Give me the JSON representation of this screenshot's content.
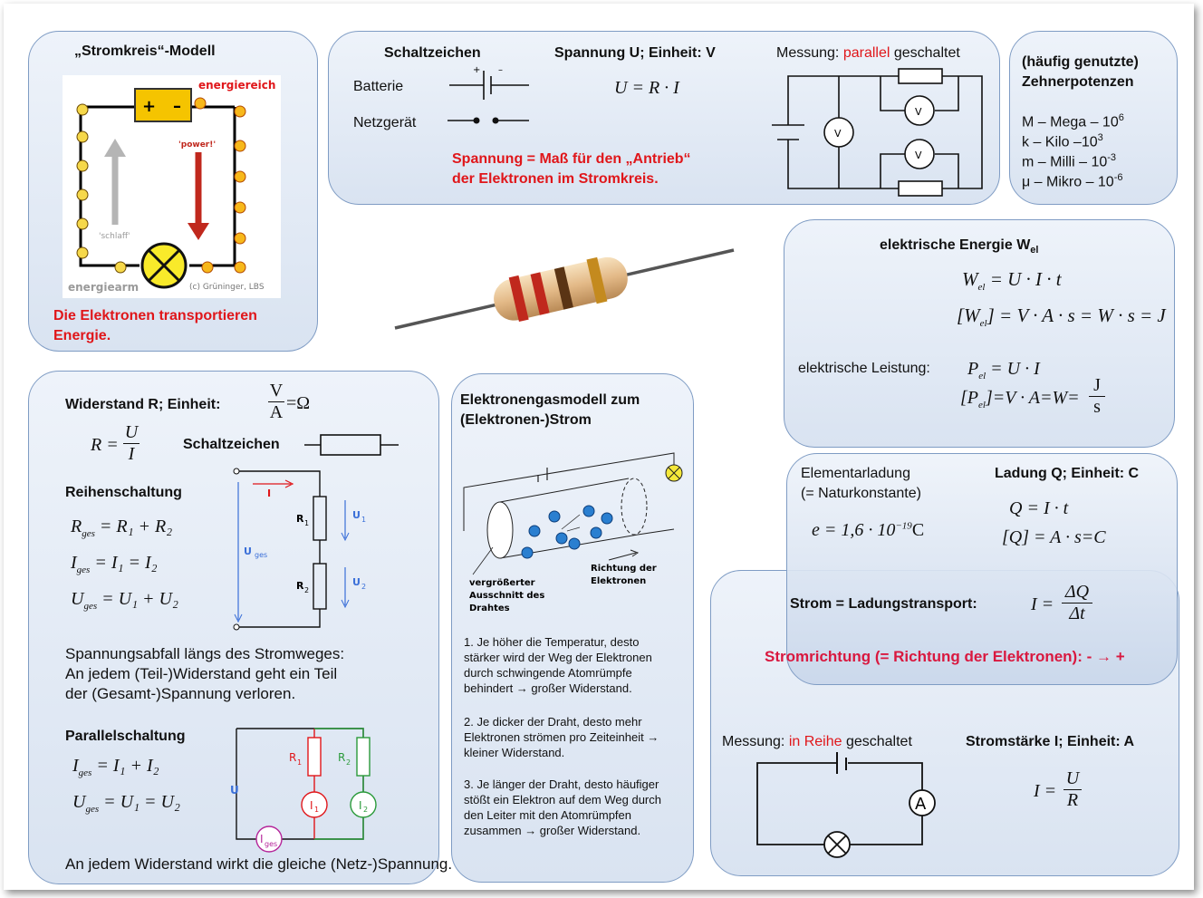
{
  "stromkreis": {
    "title": "„Stromkreis“-Modell",
    "energiereich": "energiereich",
    "power": "'power!'",
    "schlaff": "'schlaff'",
    "energiearm": "energiearm",
    "copyright": "(c) Grüninger, LBS",
    "note_line1": "Die Elektronen transportieren",
    "note_line2": "Energie."
  },
  "schaltzeichen": {
    "title": "Schaltzeichen",
    "batterie": "Batterie",
    "netzgeraet": "Netzgerät",
    "spannung_title": "Spannung U; Einheit: V",
    "formula": "U = R · I",
    "messung_prefix": "Messung: ",
    "messung_red": "parallel",
    "messung_suffix": " geschaltet",
    "note_line1": "Spannung = Maß für den „Antrieb“",
    "note_line2": "der Elektronen im Stromkreis.",
    "v": "V"
  },
  "zehner": {
    "title_line1": "(häufig genutzte)",
    "title_line2": "Zehnerpotenzen",
    "rows": [
      {
        "label": "M – Mega – 10",
        "exp": "6"
      },
      {
        "label": "k – Kilo –10",
        "exp": "3"
      },
      {
        "label": "m – Milli – 10",
        "exp": "-3"
      },
      {
        "label": "μ  – Mikro – 10",
        "exp": "-6"
      }
    ]
  },
  "energie": {
    "title": "elektrische Energie W",
    "title_sub": "el",
    "f1": "W",
    "f1_sub": "el",
    "f1_rest": " = U · I · t",
    "f2_left": "[W",
    "f2_sub": "el",
    "f2_rest": "] = V · A · s = W · s = J",
    "leistung": "elektrische Leistung:",
    "f3": "P",
    "f3_sub": "el",
    "f3_rest": " = U · I",
    "f4_left": "[P",
    "f4_sub": "el",
    "f4_rest": "]=V · A=W=",
    "f4_num": "J",
    "f4_den": "s"
  },
  "widerstand": {
    "title": "Widerstand  R; Einheit:",
    "unit_num": "V",
    "unit_den": "A",
    "unit_eq": "=Ω",
    "formula_left": "R =",
    "formula_num": "U",
    "formula_den": "I",
    "schaltzeichen": "Schaltzeichen",
    "reihe_title": "Reihenschaltung",
    "reihe_f1": "R",
    "reihe_f1_rest": " = R₁ + R₂",
    "reihe_f2": "I",
    "reihe_f2_rest": " = I₁ = I₂",
    "reihe_f3": "U",
    "reihe_f3_rest": " = U₁ + U₂",
    "ges": "ges",
    "circuit_I": "I",
    "circuit_U1": "U",
    "circuit_U2": "U",
    "circuit_Uges": "U",
    "circuit_R1": "R",
    "circuit_R2": "R",
    "sub1": "1",
    "sub2": "2",
    "abfall_line1": "Spannungsabfall längs des Stromweges:",
    "abfall_line2": "An jedem (Teil-)Widerstand geht ein Teil",
    "abfall_line3": "der (Gesamt-)Spannung verloren.",
    "parallel_title": "Parallelschaltung",
    "par_f1": "I",
    "par_f1_rest": " = I₁ + I₂",
    "par_f2": "U",
    "par_f2_rest": " = U₁ = U₂",
    "par_U": "U",
    "par_R1": "R",
    "par_R2": "R",
    "par_I1": "I",
    "par_I2": "I",
    "par_Iges": "I",
    "par_note": "An jedem Widerstand wirkt die gleiche (Netz-)Spannung."
  },
  "elektronengas": {
    "title_line1": "Elektronengasmodell zum",
    "title_line2": "(Elektronen-)Strom",
    "label_left_1": "vergrößerter",
    "label_left_2": "Ausschnitt des",
    "label_left_3": "Drahtes",
    "label_right_1": "Richtung der",
    "label_right_2": "Elektronen",
    "p1": [
      "1. Je höher die Temperatur, desto",
      "stärker wird der Weg der Elektronen",
      "durch schwingende Atomrümpfe",
      "behindert → großer Widerstand."
    ],
    "p2": [
      "2. Je dicker der Draht, desto mehr",
      "Elektronen strömen pro Zeiteinheit →",
      "kleiner Widerstand."
    ],
    "p3": [
      "3. Je länger der Draht, desto häufiger",
      "stößt ein Elektron auf dem Weg durch",
      "den Leiter mit den Atomrümpfen",
      "zusammen → großer Widerstand."
    ]
  },
  "ladung": {
    "elementar_line1": "Elementarladung",
    "elementar_line2": "(= Naturkonstante)",
    "e_formula": "e = 1,6 · 10",
    "e_exp": "−19",
    "e_unit": "C",
    "title": "Ladung Q; Einheit: C",
    "f1": "Q = I · t",
    "f2": "[Q] = A · s=C"
  },
  "strom": {
    "title": "Strom = Ladungstransport:",
    "formula_left": "I =",
    "formula_num": "ΔQ",
    "formula_den": "Δt",
    "richtung": "Stromrichtung (= Richtung der Elektronen): - → +",
    "messung_prefix": "Messung: ",
    "messung_red": "in Reihe",
    "messung_suffix": " geschaltet",
    "staerke_title": "Stromstärke I; Einheit: A",
    "f_left": "I =",
    "f_num": "U",
    "f_den": "R",
    "ammeter": "A"
  },
  "colors": {
    "box_border": "#7f9cc4",
    "box_fill": "#dfe7f3",
    "red": "#e0161a",
    "resistor_body": "#e8c79a",
    "band_red": "#c0281d",
    "band_brown": "#5a3414",
    "band_gold": "#c48a1e"
  }
}
